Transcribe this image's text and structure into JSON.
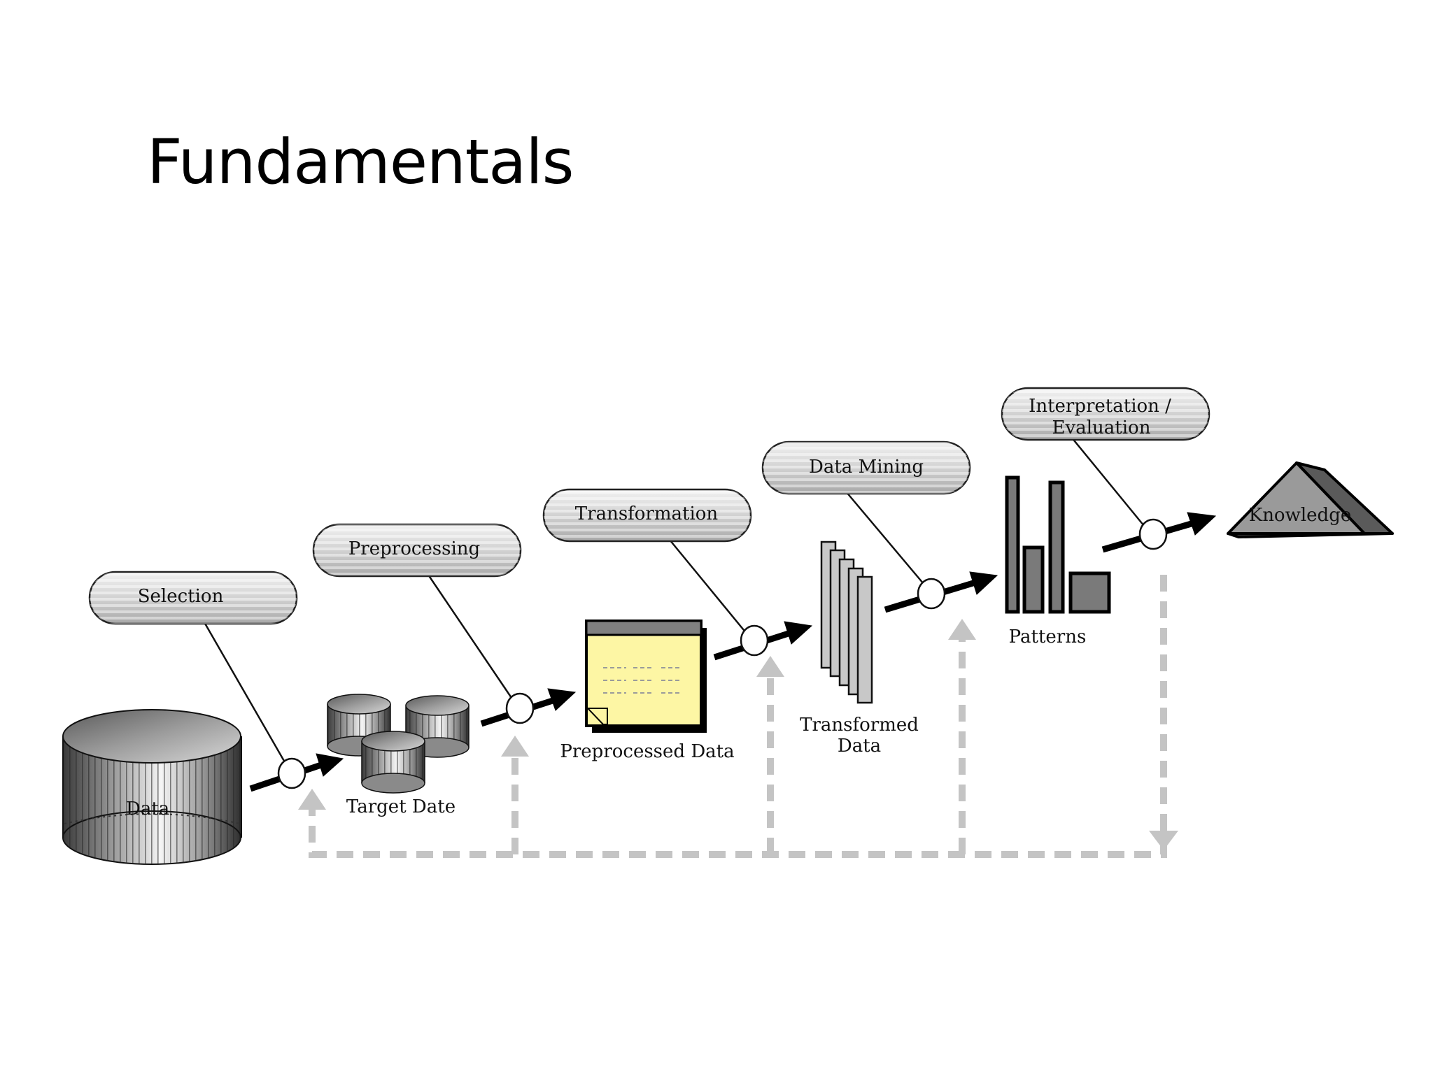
{
  "slide": {
    "title": "Fundamentals"
  },
  "steps": {
    "selection": "Selection",
    "preprocessing": "Preprocessing",
    "transformation": "Transformation",
    "data_mining": "Data Mining",
    "interpretation_line1": "Interpretation /",
    "interpretation_line2": "Evaluation"
  },
  "artifacts": {
    "data": "Data",
    "target": "Target Date",
    "preprocessed": "Preprocessed Data",
    "transformed_line1": "Transformed",
    "transformed_line2": "Data",
    "patterns": "Patterns",
    "knowledge": "Knowledge"
  },
  "colors": {
    "pill_fill": "#cfcfcf",
    "note_fill": "#fdf6a4",
    "feedback_arrow": "#c4c4c4",
    "flow_arrow": "#000000",
    "bar_fill": "#7a7a7a",
    "knowledge_fill": "#9a9a9a"
  }
}
